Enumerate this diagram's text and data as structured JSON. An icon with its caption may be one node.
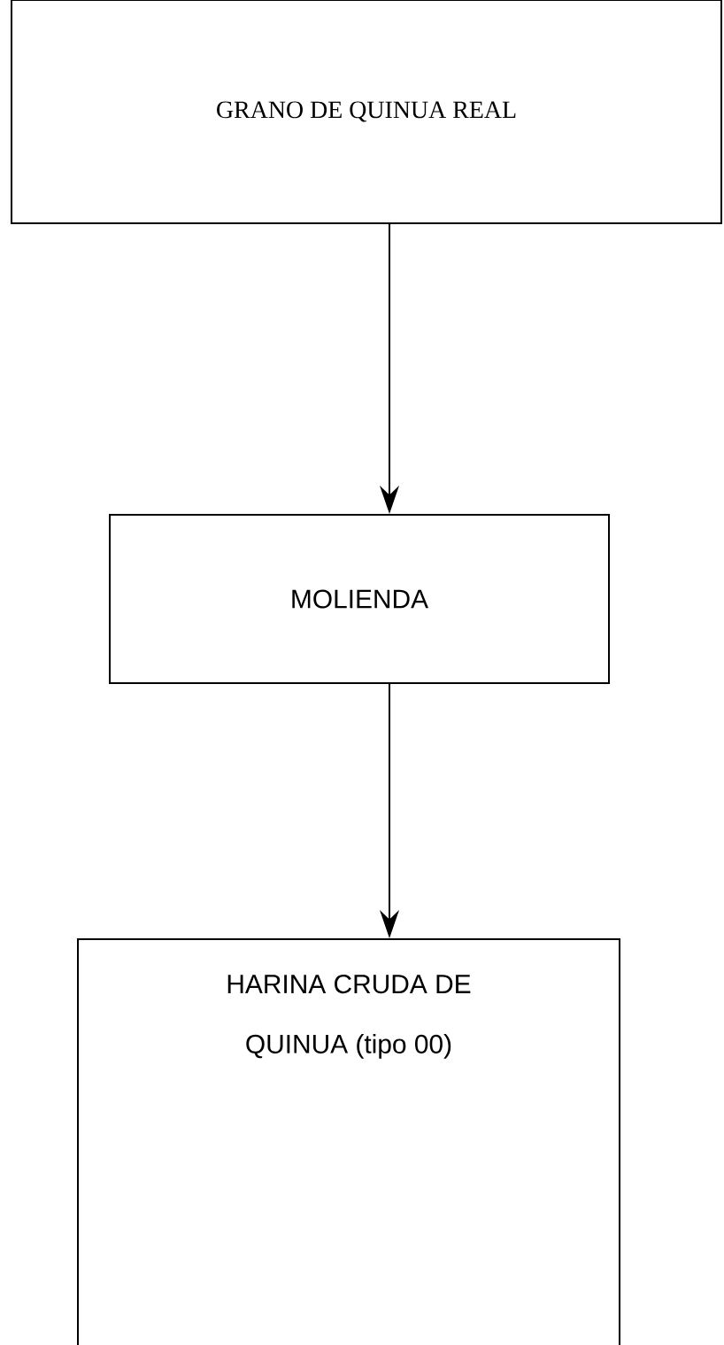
{
  "diagram": {
    "nodes": [
      {
        "text": [
          "GRANO DE QUINUA REAL"
        ]
      },
      {
        "text": [
          "MOLIENDA"
        ]
      },
      {
        "text": [
          "HARINA CRUDA DE QUINUA (tipo 00)"
        ]
      }
    ],
    "edges": [
      {
        "from": 0,
        "to": 1,
        "arrow": "to"
      },
      {
        "from": 1,
        "to": 2,
        "arrow": "to"
      }
    ]
  }
}
